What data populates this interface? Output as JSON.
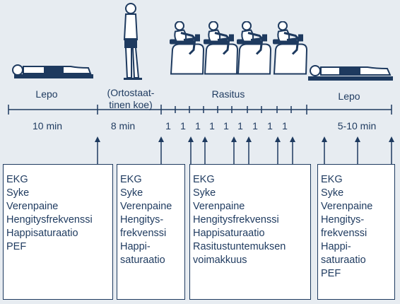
{
  "phases": [
    {
      "label": "Lepo"
    },
    {
      "label_lines": [
        "(Ortostaat-",
        "tinen koe)"
      ]
    },
    {
      "label": "Rasitus"
    },
    {
      "label": "Lepo"
    }
  ],
  "durations": [
    "10 min",
    "8 min",
    "1",
    "1",
    "1",
    "1",
    "1",
    "1",
    "1",
    "1",
    "1",
    "5-10 min"
  ],
  "boxes": [
    {
      "lines": [
        "EKG",
        "Syke",
        "Verenpaine",
        "Hengitysfrekvenssi",
        "Happisaturaatio",
        "PEF"
      ]
    },
    {
      "lines": [
        "EKG",
        "Syke",
        "Verenpaine",
        "Hengitys-",
        "frekvenssi",
        "Happi-",
        "saturaatio"
      ]
    },
    {
      "lines": [
        "EKG",
        "Syke",
        "Verenpaine",
        "Hengitysfrekvenssi",
        "Happisaturaatio",
        "Rasitustuntemuksen",
        "voimakkuus"
      ]
    },
    {
      "lines": [
        "EKG",
        "Syke",
        "Verenpaine",
        "Hengitys-",
        "frekvenssi",
        "Happi-",
        "saturaatio",
        "PEF"
      ]
    }
  ],
  "colors": {
    "ink": "#1e3a5f",
    "background": "#e7ecf1",
    "box": "#ffffff"
  },
  "icons": [
    "lying-person-icon",
    "standing-person-icon",
    "cycling-person-icon",
    "cycling-person-icon",
    "cycling-person-icon",
    "cycling-person-icon",
    "lying-person-icon"
  ]
}
